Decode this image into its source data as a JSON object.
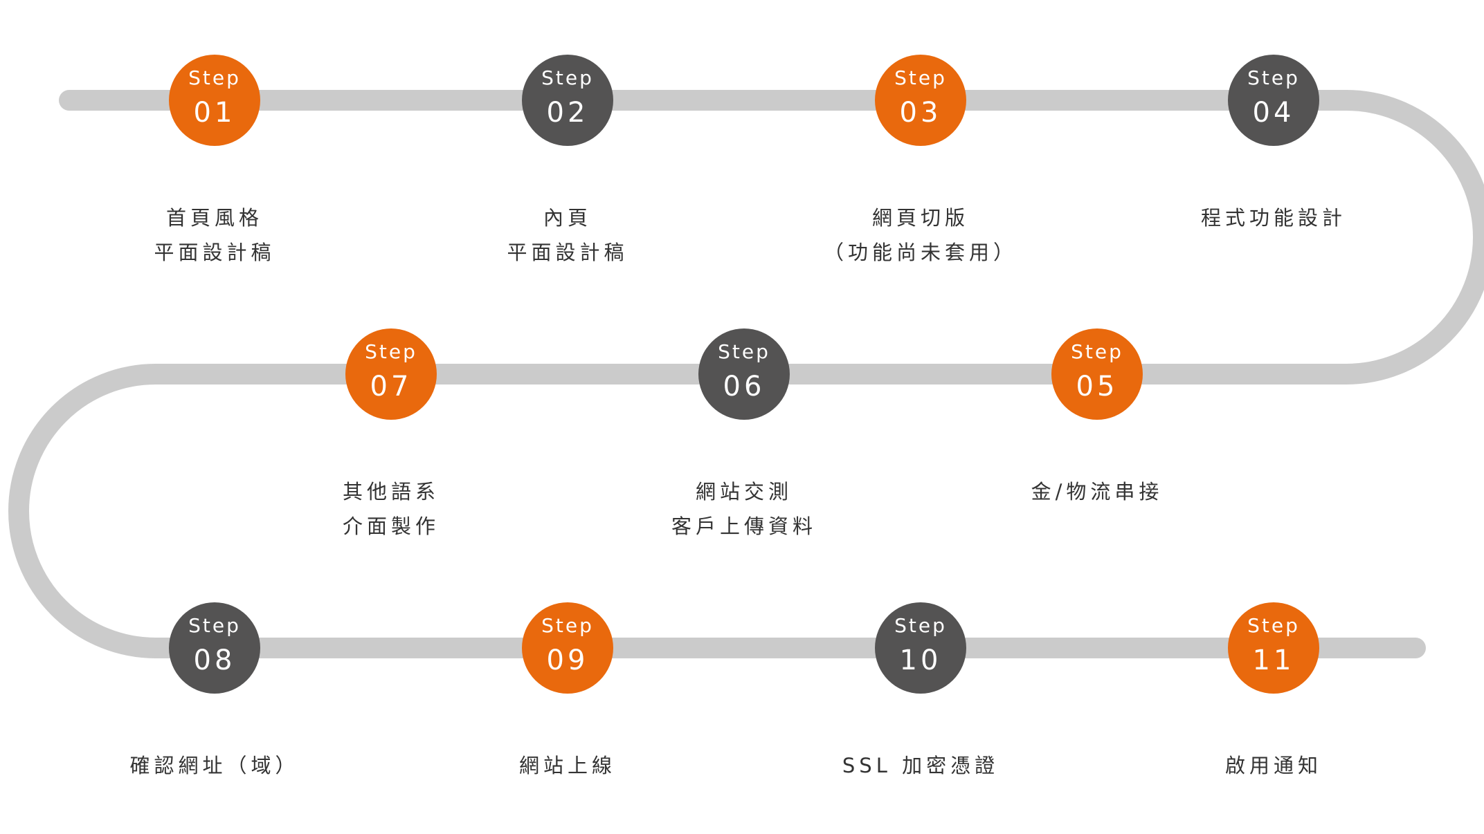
{
  "colors": {
    "track": "#cbcbcb",
    "orange": "#e9690d",
    "gray": "#545353",
    "text": "#333333"
  },
  "step_keyword": "Step",
  "steps": [
    {
      "num": "01",
      "color": "orange",
      "label": [
        "首頁風格",
        "平面設計稿"
      ]
    },
    {
      "num": "02",
      "color": "gray",
      "label": [
        "內頁",
        "平面設計稿"
      ]
    },
    {
      "num": "03",
      "color": "orange",
      "label": [
        "網頁切版",
        "（功能尚未套用）"
      ]
    },
    {
      "num": "04",
      "color": "gray",
      "label": [
        "程式功能設計"
      ]
    },
    {
      "num": "05",
      "color": "orange",
      "label": [
        "金/物流串接"
      ]
    },
    {
      "num": "06",
      "color": "gray",
      "label": [
        "網站交測",
        "客戶上傳資料"
      ]
    },
    {
      "num": "07",
      "color": "orange",
      "label": [
        "其他語系",
        "介面製作"
      ]
    },
    {
      "num": "08",
      "color": "gray",
      "label": [
        "確認網址（域）"
      ]
    },
    {
      "num": "09",
      "color": "orange",
      "label": [
        "網站上線"
      ]
    },
    {
      "num": "10",
      "color": "gray",
      "label": [
        "SSL 加密憑證"
      ]
    },
    {
      "num": "11",
      "color": "orange",
      "label": [
        "啟用通知"
      ]
    }
  ]
}
